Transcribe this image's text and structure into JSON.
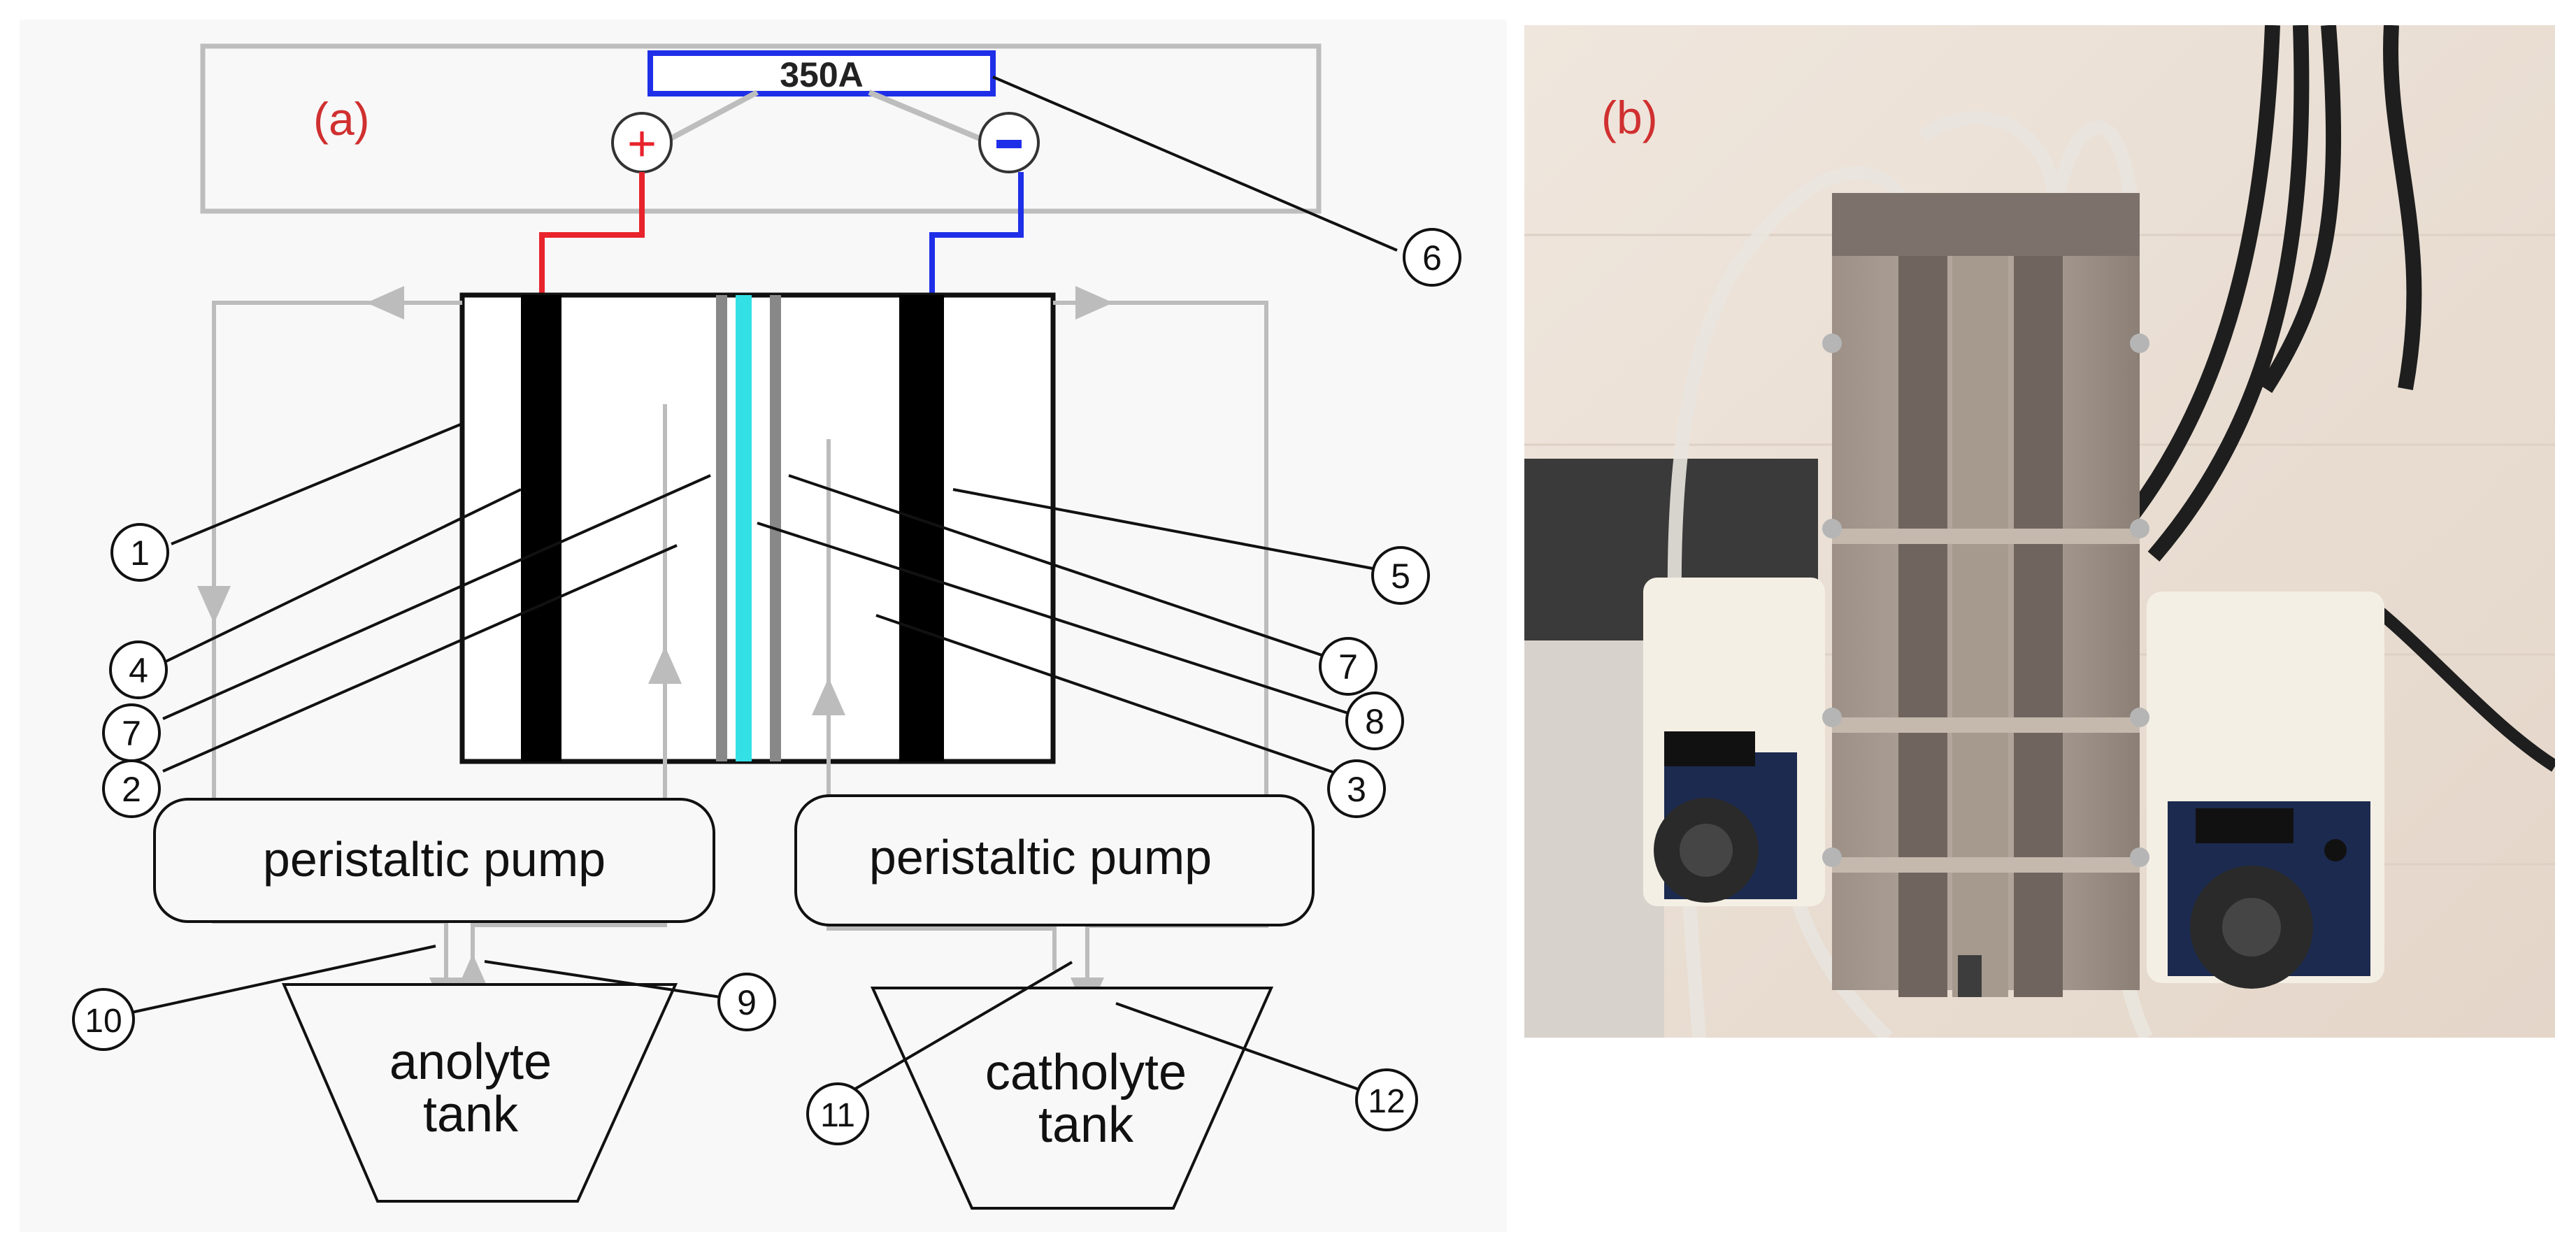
{
  "panel_a": {
    "label": "(a)",
    "ammeter": "350A",
    "plus_sign": "+",
    "minus_sign": "-",
    "pump_left": "peristaltic pump",
    "pump_right": "peristaltic pump",
    "anolyte_tank": [
      "anolyte",
      "tank"
    ],
    "catholyte_tank": [
      "catholyte",
      "tank"
    ],
    "callouts": [
      "1",
      "4",
      "7",
      "2",
      "5",
      "7",
      "8",
      "3",
      "6",
      "10",
      "9",
      "11",
      "12"
    ]
  },
  "panel_b": {
    "label": "(b)"
  },
  "colors": {
    "label_red": "#d03030",
    "positive": "#e8232c",
    "negative": "#1f2fe8",
    "membrane": "#33e0e6",
    "flow_line": "#bcbcbc"
  }
}
